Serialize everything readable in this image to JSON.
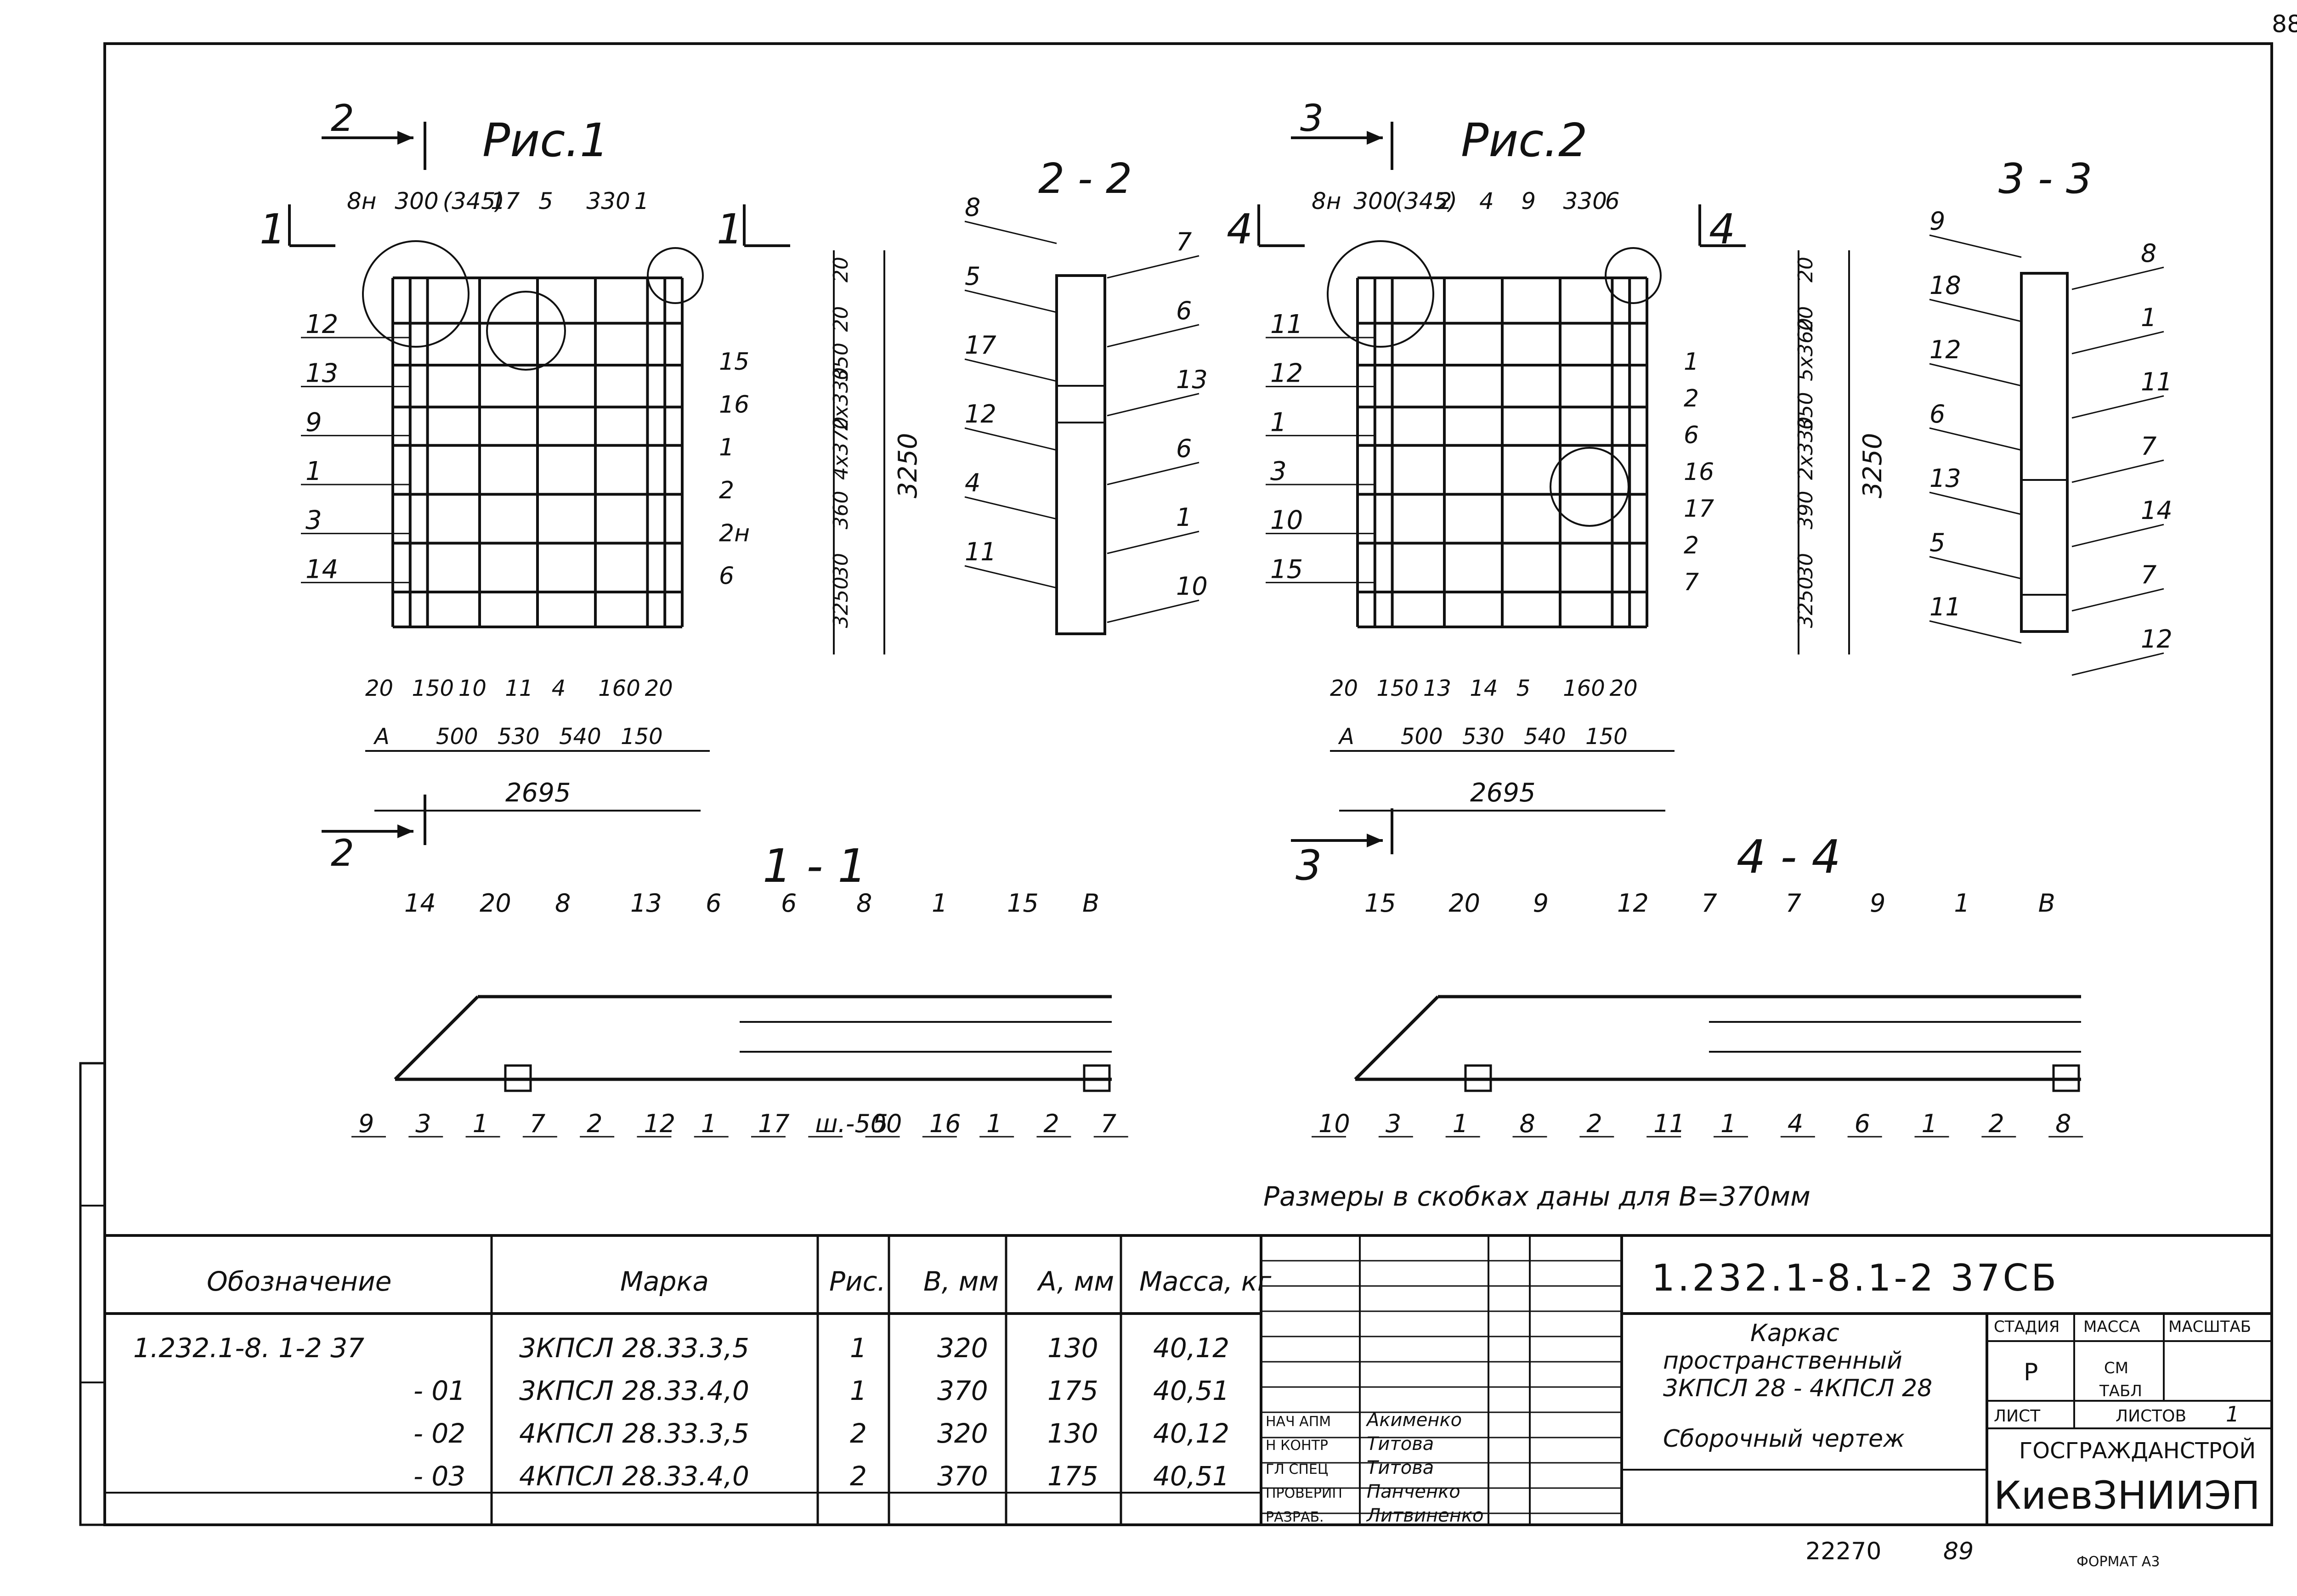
{
  "page_number": "88",
  "fig1": {
    "title": "Рис.1",
    "cut_v": "2",
    "cut_h": "1",
    "top_labels": [
      "8н",
      "300",
      "(345)",
      "17",
      "5",
      "330",
      "1"
    ],
    "left_labels": [
      "12",
      "13",
      "9",
      "1",
      "3",
      "14"
    ],
    "right_labels": [
      "15",
      "16",
      "1",
      "2",
      "2н",
      "6"
    ],
    "dims_right": [
      "20",
      "20",
      "350",
      "2x330",
      "4x370",
      "360",
      "30",
      "3250"
    ],
    "dims_bottom": [
      "20",
      "150",
      "10",
      "11",
      "4",
      "160",
      "20",
      "A",
      "500",
      "530",
      "540",
      "150",
      "2695"
    ]
  },
  "fig2": {
    "title": "Рис.2",
    "cut_v": "3",
    "cut_h": "4",
    "top_labels": [
      "8н",
      "300",
      "(345)",
      "2",
      "4",
      "9",
      "330",
      "6"
    ],
    "left_labels": [
      "11",
      "12",
      "1",
      "3",
      "10",
      "15"
    ],
    "right_labels": [
      "1",
      "2",
      "6",
      "16",
      "17",
      "2",
      "7"
    ],
    "dims_right": [
      "20",
      "20",
      "5x360",
      "350",
      "2x330",
      "390",
      "30",
      "3250"
    ],
    "dims_bottom": [
      "20",
      "150",
      "13",
      "14",
      "5",
      "160",
      "20",
      "A",
      "500",
      "530",
      "540",
      "150",
      "2695"
    ]
  },
  "section22": {
    "title": "2 - 2",
    "labels": [
      "8",
      "7",
      "5",
      "6",
      "17",
      "13",
      "12",
      "6",
      "4",
      "1",
      "11",
      "10"
    ]
  },
  "section33": {
    "title": "3 - 3",
    "labels": [
      "9",
      "8",
      "18",
      "1",
      "12",
      "11",
      "6",
      "7",
      "13",
      "14",
      "5",
      "7",
      "11",
      "12"
    ]
  },
  "section11": {
    "title": "1 - 1",
    "labels": [
      "14",
      "20",
      "8",
      "13",
      "6",
      "6",
      "8",
      "1",
      "15",
      "B"
    ],
    "bottom_labels": [
      "9",
      "3",
      "1",
      "7",
      "2",
      "12",
      "1",
      "17",
      "ш.-500",
      "5",
      "16",
      "1",
      "2",
      "7"
    ]
  },
  "section44": {
    "title": "4 - 4",
    "labels": [
      "15",
      "20",
      "9",
      "12",
      "7",
      "7",
      "9",
      "1",
      "B"
    ],
    "bottom_labels": [
      "10",
      "3",
      "1",
      "8",
      "2",
      "11",
      "1",
      "4",
      "6",
      "1",
      "2",
      "8"
    ]
  },
  "note": "Размеры в скобках даны для  B=370мм",
  "spec_table": {
    "headers": [
      "Обозначение",
      "Марка",
      "Рис.",
      "B, мм",
      "A, мм",
      "Масса, кг"
    ],
    "rows": [
      [
        "1.232.1-8. 1-2 37",
        "3КПСЛ 28.33.3,5",
        "1",
        "320",
        "130",
        "40,12"
      ],
      [
        "- 01",
        "3КПСЛ 28.33.4,0",
        "1",
        "370",
        "175",
        "40,51"
      ],
      [
        "- 02",
        "4КПСЛ 28.33.3,5",
        "2",
        "320",
        "130",
        "40,12"
      ],
      [
        "- 03",
        "4КПСЛ 28.33.4,0",
        "2",
        "370",
        "175",
        "40,51"
      ]
    ]
  },
  "stamp": {
    "doc_code": "1.232.1-8.1-2  37СБ",
    "name_line1": "Каркас",
    "name_line2": "пространственный",
    "name_line3": "3КПСЛ 28 - 4КПСЛ 28",
    "doc_type": "Сборочный чертеж",
    "col_stage": "СТАДИЯ",
    "col_mass": "МАССА",
    "col_scale": "МАСШТАБ",
    "stage_value": "Р",
    "mass_value_1": "СМ",
    "mass_value_2": "ТАБЛ",
    "sheet_label": "ЛИСТ",
    "sheets_label": "ЛИСТОВ",
    "sheets_value": "1",
    "org1": "ГОСГРАЖДАНСТРОЙ",
    "org2": "КиевЗНИИЭП",
    "people": [
      [
        "НАЧ АПМ",
        "Акименко"
      ],
      [
        "Н КОНТР",
        "Титова"
      ],
      [
        "ГЛ СПЕЦ",
        "Титова"
      ],
      [
        "ПРОВЕРИП",
        "Панченко"
      ],
      [
        "РАЗРАБ.",
        "Литвиненко"
      ]
    ]
  },
  "footer": {
    "inventory": "22270",
    "page": "89",
    "format": "ФОРМАТ А3"
  }
}
